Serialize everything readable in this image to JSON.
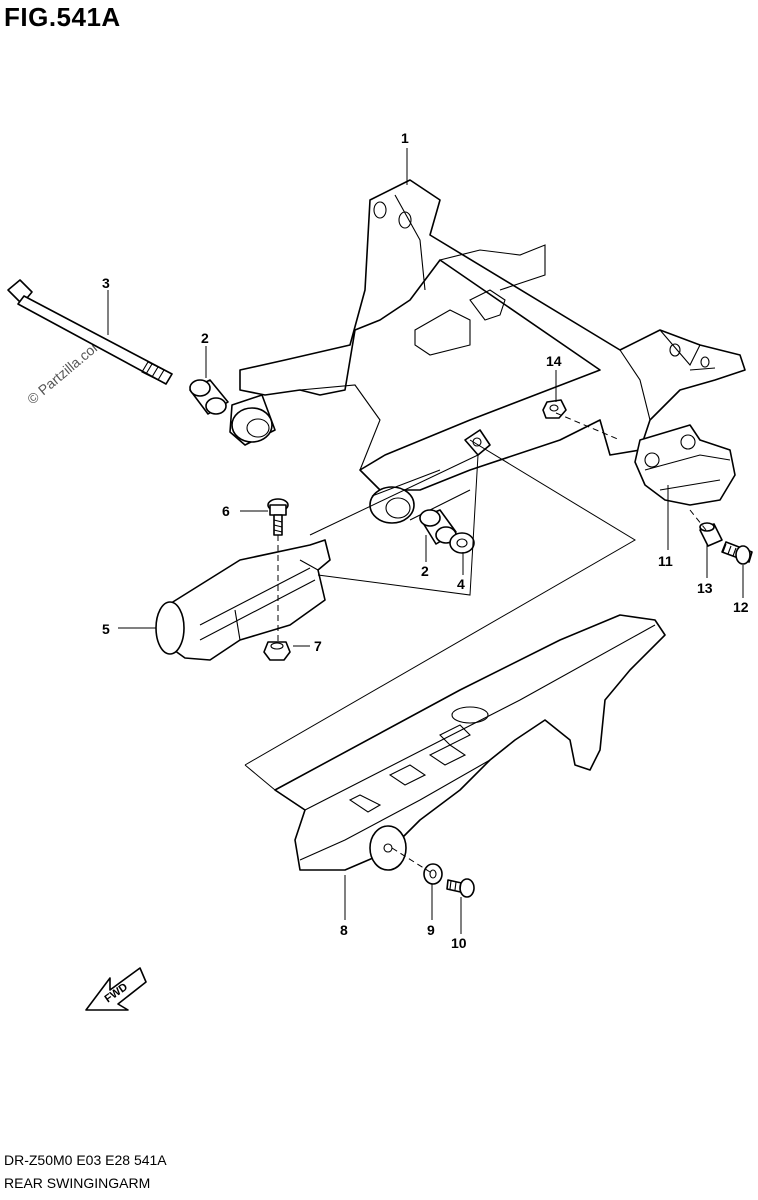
{
  "figure_title": "FIG.541A",
  "watermark": "© Partzilla.com",
  "footer": {
    "model_code": "DR-Z50M0  E03  E28  541A",
    "section_name": "REAR SWINGINGARM"
  },
  "fwd_label": "FWD",
  "callouts": {
    "c1": "1",
    "c2a": "2",
    "c2b": "2",
    "c3": "3",
    "c4": "4",
    "c5": "5",
    "c6": "6",
    "c7": "7",
    "c8": "8",
    "c9": "9",
    "c10": "10",
    "c11": "11",
    "c12": "12",
    "c13": "13",
    "c14": "14"
  }
}
